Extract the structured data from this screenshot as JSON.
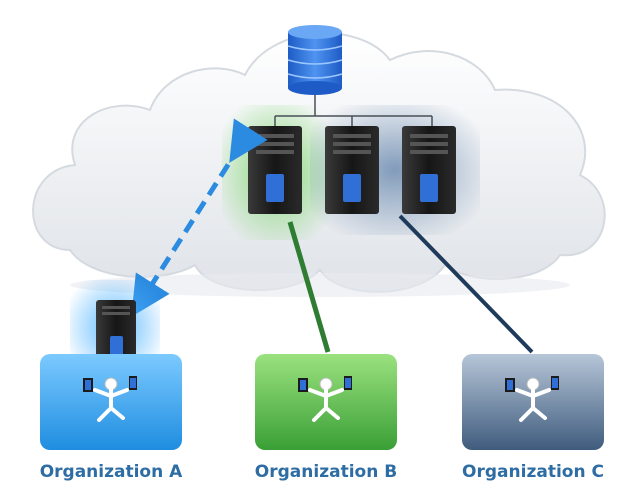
{
  "organizations": [
    {
      "label": "Organization A",
      "color": "#2f9fe4"
    },
    {
      "label": "Organization B",
      "color": "#4caf50"
    },
    {
      "label": "Organization C",
      "color": "#3e5a7c"
    }
  ],
  "colors": {
    "link_A": "#2b8be0",
    "link_B": "#2e7d32",
    "link_C": "#1f3b5c",
    "database": "#2f6fd6",
    "server_body": "#1b1b1b",
    "cloud": "#f2f4f6"
  },
  "icons": {
    "cloud": "cloud-icon",
    "database": "database-icon",
    "server": "server-icon",
    "person": "person-with-devices-icon"
  }
}
